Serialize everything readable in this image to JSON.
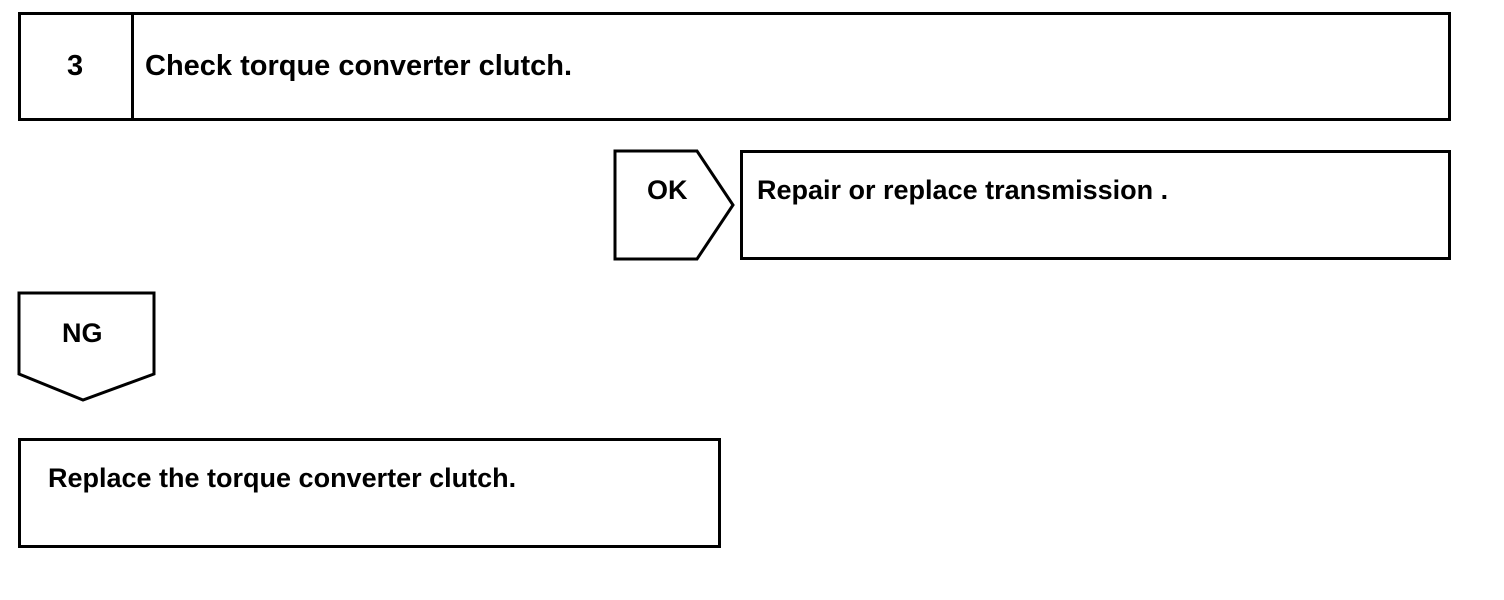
{
  "step": {
    "number": "3",
    "title": "Check torque converter clutch."
  },
  "ok_branch": {
    "label": "OK",
    "action": "Repair or replace transmission ."
  },
  "ng_branch": {
    "label": "NG",
    "action": "Replace the torque converter clutch."
  },
  "colors": {
    "line": "#000000",
    "background": "#ffffff"
  }
}
